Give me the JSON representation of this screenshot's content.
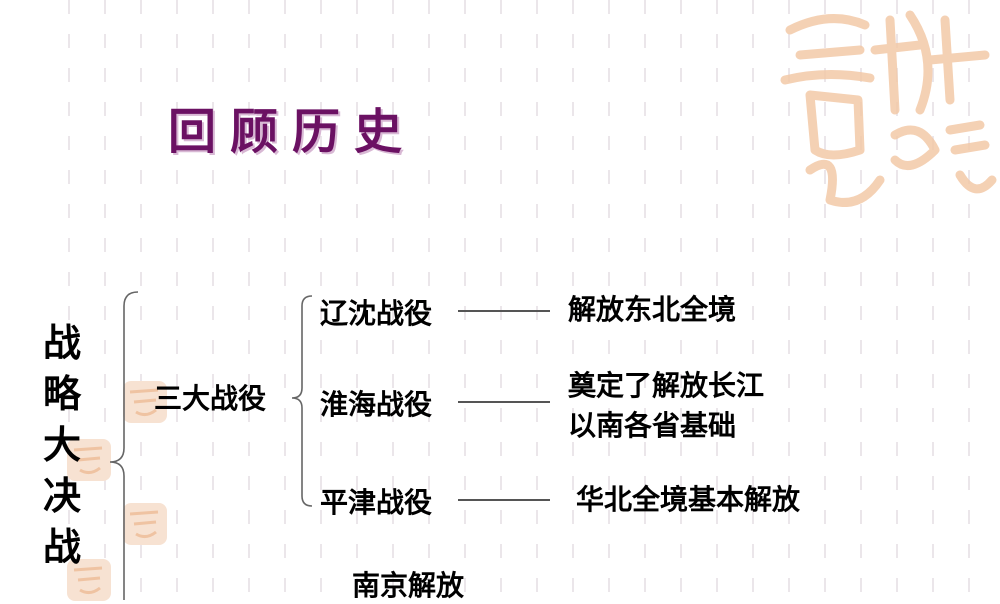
{
  "title": "回顾历史",
  "root": "战略大决战",
  "level1": {
    "label": "三大战役",
    "after": "南京解放"
  },
  "battles": [
    {
      "name": "辽沈战役",
      "result_lines": [
        "解放东北全境"
      ]
    },
    {
      "name": "淮海战役",
      "result_lines": [
        "奠定了解放长江",
        "以南各省基础"
      ]
    },
    {
      "name": "平津战役",
      "result_lines": [
        "华北全境基本解放"
      ]
    }
  ],
  "decoration": {
    "seal_color": "#f3c9a8",
    "title_color": "#6b1163"
  }
}
